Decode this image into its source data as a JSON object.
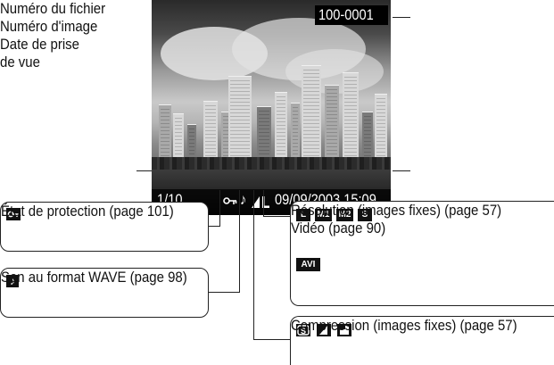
{
  "screen": {
    "file_number": "100-0001",
    "image_number": "1/10",
    "datetime": "09/09/2003 15:09"
  },
  "labels": {
    "file_number": "Numéro du fichier",
    "image_number": "Numéro d'image",
    "date_line1": "Date de prise",
    "date_line2": "de vue"
  },
  "boxes": {
    "protection": {
      "text": "État de protection (page 101)"
    },
    "sound": {
      "text": "Son au format WAVE (page 98)"
    },
    "resolution": {
      "icons": [
        "L",
        "M1",
        "M2",
        "S"
      ],
      "text": "Résolution (images fixes) (page 57)",
      "movie_icon": "AVI",
      "movie_text": "Vidéo (page 90)"
    },
    "compression": {
      "text": "Compression (images fixes) (page 57)"
    }
  }
}
